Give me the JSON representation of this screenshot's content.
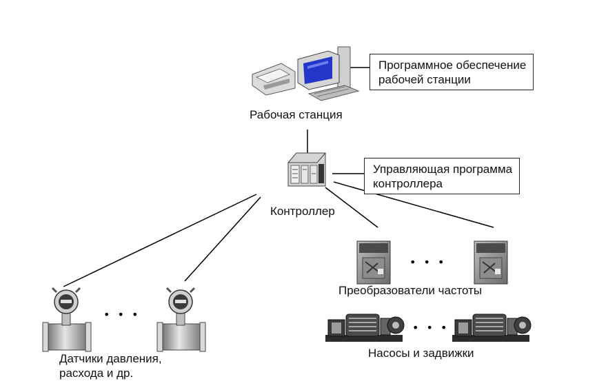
{
  "workstation": {
    "label": "Рабочая станция",
    "software_note": [
      "Программное обеспечение",
      "рабочей станции"
    ],
    "icon": "workstation-pc-icon"
  },
  "controller": {
    "label": "Контроллер",
    "program_note": [
      "Управляющая программа",
      "контроллера"
    ],
    "icon": "plc-controller-icon"
  },
  "sensors": {
    "label": [
      "Датчики давления,",
      "расхода и др."
    ],
    "icon": "flow-sensor-icon",
    "ellipsis": "• • •"
  },
  "drives": {
    "label": "Преобразователи частоты",
    "icon": "frequency-converter-icon",
    "ellipsis": "• • •"
  },
  "pumps": {
    "label": "Насосы и задвижки",
    "icon": "pump-valve-icon",
    "ellipsis": "• • •"
  },
  "colors": {
    "line": "#000000",
    "screen": "#2236c9",
    "device_gray": "#9a9a9a",
    "dark_gray": "#555555"
  }
}
